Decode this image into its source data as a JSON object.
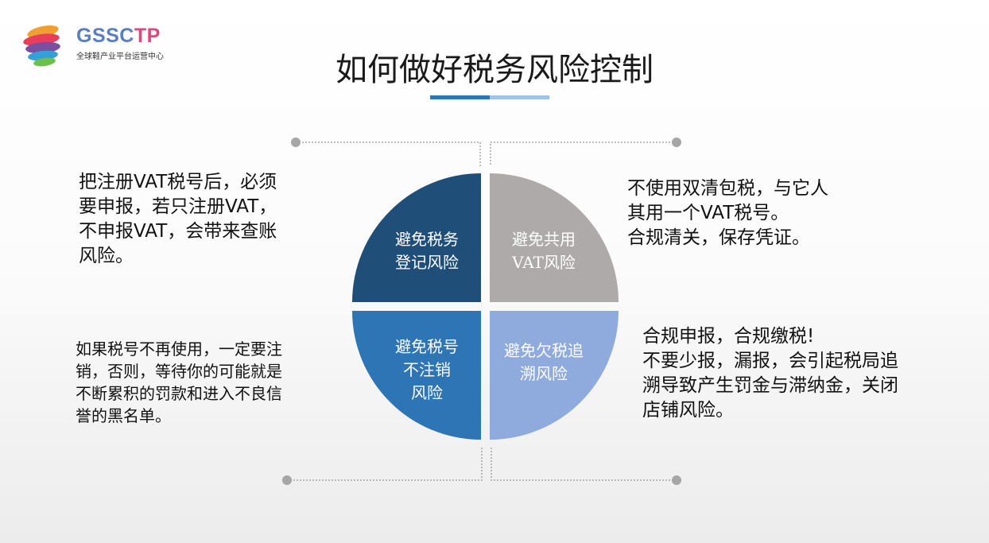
{
  "logo": {
    "name_part1": "GSSC",
    "name_part2": "TP",
    "subtitle": "全球鞋产业平台运营中心"
  },
  "title": "如何做好税务风险控制",
  "colors": {
    "quadrant_top_left": "#1f4e79",
    "quadrant_top_right": "#aeaaaa",
    "quadrant_bottom_left": "#2e75b6",
    "quadrant_bottom_right": "#8faadc",
    "title_underline_dark": "#2e75b6",
    "title_underline_light": "#9dc3e6"
  },
  "quadrants": {
    "top_left": "避免税务\n登记风险",
    "top_right": "避免共用\nVAT风险",
    "bottom_left": "避免税号\n不注销\n风险",
    "bottom_right": "避免欠税追\n溯风险"
  },
  "descriptions": {
    "top_left": "把注册VAT税号后，必须\n要申报，若只注册VAT，\n不申报VAT，会带来查账\n风险。",
    "top_right": "不使用双清包税，与它人\n其用一个VAT税号。\n合规清关，保存凭证。",
    "bottom_left": "如果税号不再使用，一定要注\n销，否则，等待你的可能就是\n不断累积的罚款和进入不良信\n誉的黑名单。",
    "bottom_right": "合规申报，合规缴税!\n不要少报，漏报，会引起税局追\n溯导致产生罚金与滞纳金，关闭\n店铺风险。"
  }
}
